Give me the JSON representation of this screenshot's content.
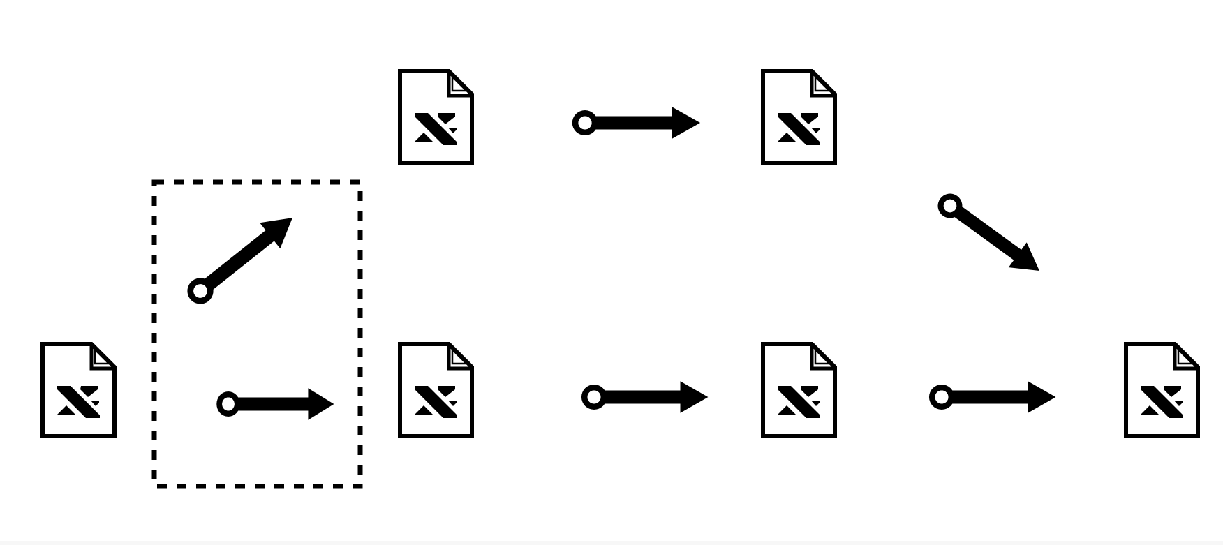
{
  "diagram": {
    "icons": {
      "document": "document-icon",
      "connector": "connector-arrow-icon"
    },
    "colors": {
      "stroke": "#000000",
      "background": "#ffffff"
    },
    "documents": [
      {
        "id": "doc-source"
      },
      {
        "id": "doc-top-middle"
      },
      {
        "id": "doc-bottom-middle"
      },
      {
        "id": "doc-top-right"
      },
      {
        "id": "doc-bottom-right"
      },
      {
        "id": "doc-final"
      }
    ],
    "connectors": [
      {
        "id": "connector-to-top",
        "direction": "up-right",
        "grouped": true
      },
      {
        "id": "connector-to-bottom",
        "direction": "right",
        "grouped": true
      },
      {
        "id": "connector-top-row",
        "direction": "right",
        "grouped": false
      },
      {
        "id": "connector-bottom-row",
        "direction": "right",
        "grouped": false
      },
      {
        "id": "connector-merge",
        "direction": "down-right",
        "grouped": false
      },
      {
        "id": "connector-to-final",
        "direction": "right",
        "grouped": false
      }
    ],
    "groups": [
      {
        "id": "fanout-group",
        "style": "dashed"
      }
    ]
  }
}
